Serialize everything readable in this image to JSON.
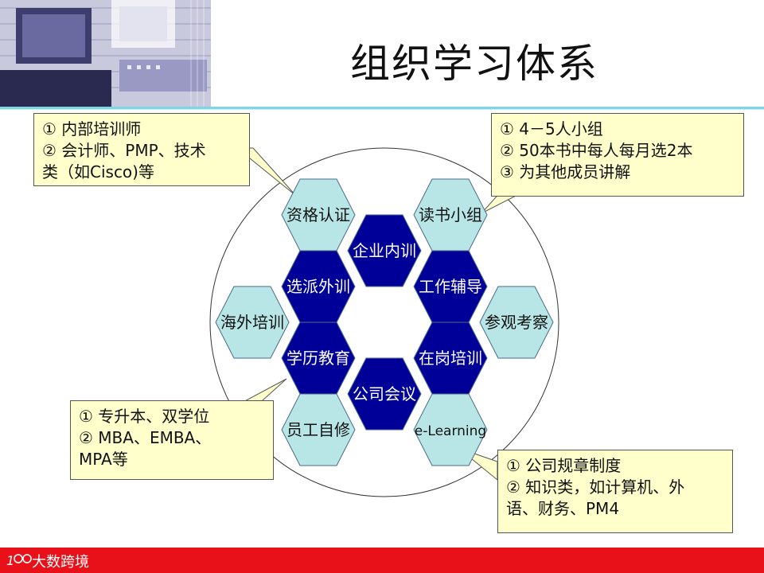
{
  "title": "组织学习体系",
  "colors": {
    "dark_hex": "#000099",
    "light_hex": "#b8e6e6",
    "callout_bg": "#ffffcc",
    "footer": "#e8111a",
    "accent_line": "#7fd6e2"
  },
  "inner_hexes": [
    "企业内训",
    "工作辅导",
    "在岗培训",
    "公司会议",
    "学历教育",
    "选派外训"
  ],
  "outer_hexes": [
    "资格认证",
    "读书小组",
    "海外培训",
    "参观考察",
    "员工自修",
    "e-Learning"
  ],
  "callouts": {
    "top_left": [
      "① 内部培训师",
      "② 会计师、PMP、技术",
      "类（如Cisco)等"
    ],
    "top_right": [
      "① 4－5人小组",
      "② 50本书中每人每月选2本",
      "③ 为其他成员讲解"
    ],
    "bottom_left": [
      "① 专升本、双学位",
      "② MBA、EMBA、",
      "MPA等"
    ],
    "bottom_right": [
      "① 公司规章制度",
      "② 知识类，如计算机、外",
      "语、财务、PM4"
    ]
  },
  "footer": {
    "brand": "大数跨境",
    "logo_icon": "100-logo-icon"
  }
}
